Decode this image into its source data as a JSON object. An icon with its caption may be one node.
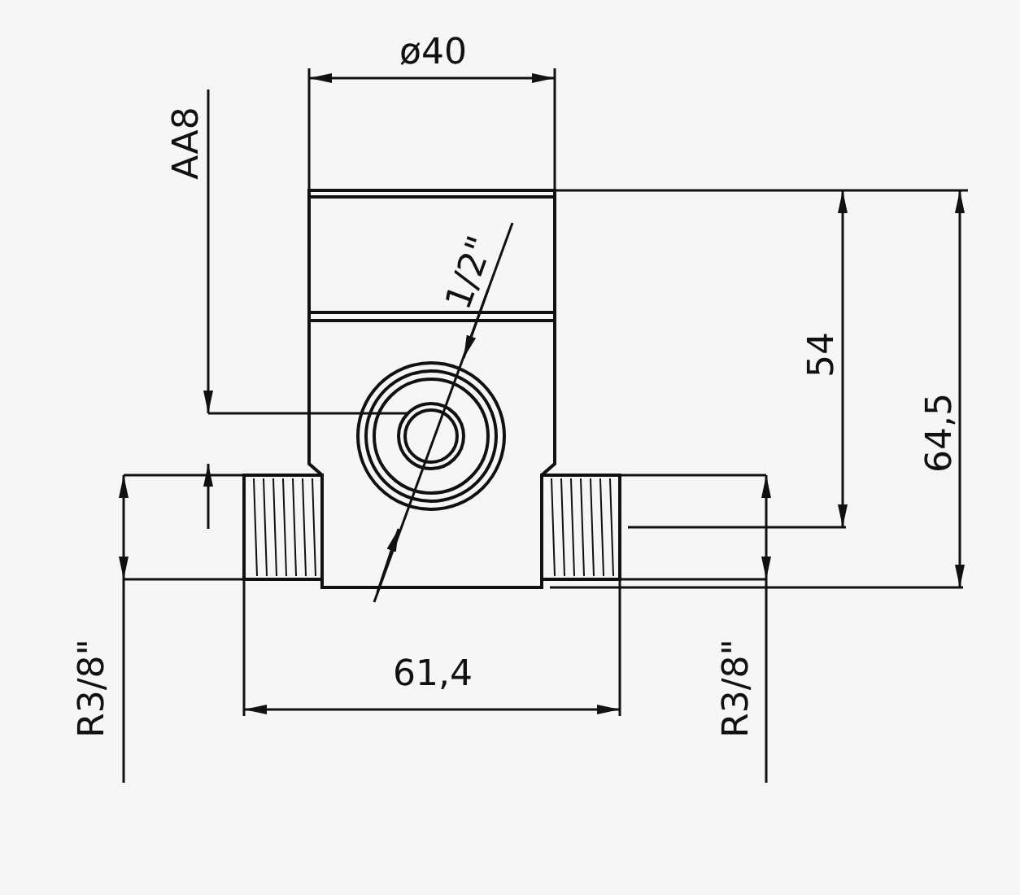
{
  "diagram": {
    "labels": [
      "ø40",
      "AA8",
      "1/2\"",
      "54",
      "64,5",
      "R3/8\"",
      "61,4",
      "R3/8\""
    ]
  }
}
